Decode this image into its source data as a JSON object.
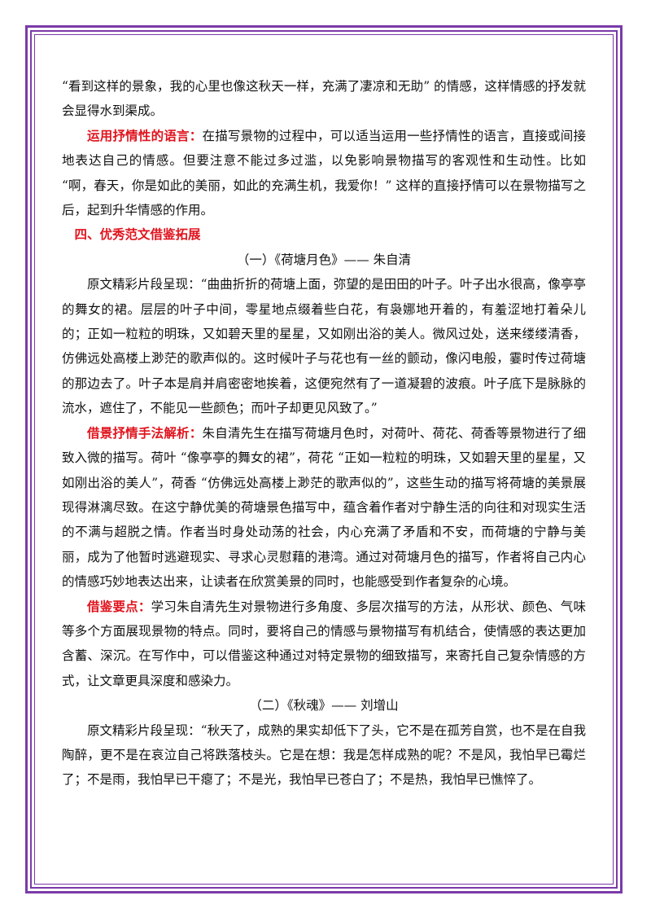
{
  "paragraphs": {
    "p1": "“看到这样的景象，我的心里也像这秋天一样，充满了凄凉和无助” 的情感，这样情感的抒发就会显得水到渠成。",
    "p2_label": "运用抒情性的语言：",
    "p2_text": "在描写景物的过程中，可以适当运用一些抒情性的语言，直接或间接地表达自己的情感。但要注意不能过多过滥，以免影响景物描写的客观性和生动性。比如 “啊，春天，你是如此的美丽，如此的充满生机，我爱你！” 这样的直接抒情可以在景物描写之后，起到升华情感的作用。",
    "section4_heading": "四、优秀范文借鉴拓展",
    "subtitle1": "（一）《荷塘月色》—— 朱自清",
    "p3": "原文精彩片段呈现：“曲曲折折的荷塘上面，弥望的是田田的叶子。叶子出水很高，像亭亭的舞女的裙。层层的叶子中间，零星地点缀着些白花，有袅娜地开着的，有羞涩地打着朵儿的；正如一粒粒的明珠，又如碧天里的星星，又如刚出浴的美人。微风过处，送来缕缕清香，仿佛远处高楼上渺茫的歌声似的。这时候叶子与花也有一丝的颤动，像闪电般，霎时传过荷塘的那边去了。叶子本是肩并肩密密地挨着，这便宛然有了一道凝碧的波痕。叶子底下是脉脉的流水，遮住了，不能见一些颜色；而叶子却更见风致了。”",
    "p4_label": "借景抒情手法解析：",
    "p4_text": "朱自清先生在描写荷塘月色时，对荷叶、荷花、荷香等景物进行了细致入微的描写。荷叶 “像亭亭的舞女的裙”，荷花 “正如一粒粒的明珠，又如碧天里的星星，又如刚出浴的美人”，荷香 “仿佛远处高楼上渺茫的歌声似的”，这些生动的描写将荷塘的美景展现得淋漓尽致。在这宁静优美的荷塘景色描写中，蕴含着作者对宁静生活的向往和对现实生活的不满与超脱之情。作者当时身处动荡的社会，内心充满了矛盾和不安，而荷塘的宁静与美丽，成为了他暂时逃避现实、寻求心灵慰藉的港湾。通过对荷塘月色的描写，作者将自己内心的情感巧妙地表达出来，让读者在欣赏美景的同时，也能感受到作者复杂的心境。",
    "p5_label": "借鉴要点：",
    "p5_text": "学习朱自清先生对景物进行多角度、多层次描写的方法，从形状、颜色、气味等多个方面展现景物的特点。同时，要将自己的情感与景物描写有机结合，使情感的表达更加含蓄、深沉。在写作中，可以借鉴这种通过对特定景物的细致描写，来寄托自己复杂情感的方式，让文章更具深度和感染力。",
    "subtitle2": "（二）《秋魂》—— 刘增山",
    "p6": "原文精彩片段呈现：“秋天了，成熟的果实却低下了头，它不是在孤芳自赏，也不是在自我陶醉，更不是在哀泣自己将跌落枝头。它是在想：我是怎样成熟的呢？不是风，我怕早已霉烂了；不是雨，我怕早已干瘪了；不是光，我怕早已苍白了；不是热，我怕早已憔悴了。"
  },
  "colors": {
    "border": "#7a3aa8",
    "highlight": "#e0141e",
    "text": "#111111"
  }
}
